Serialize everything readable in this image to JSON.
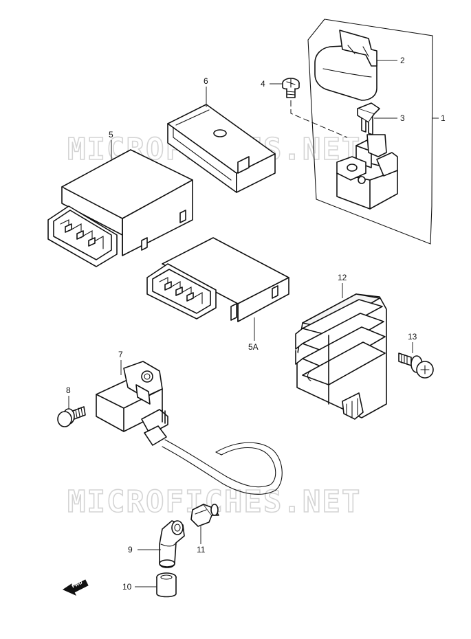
{
  "watermark": "MICROFICHES.NET",
  "fwd_label": "FWD",
  "callouts": {
    "c1": "1",
    "c2": "2",
    "c3": "3",
    "c4": "4",
    "c5": "5",
    "c5a": "5A",
    "c6": "6",
    "c7": "7",
    "c8": "8",
    "c9": "9",
    "c10": "10",
    "c11": "11",
    "c12": "12",
    "c13": "13"
  }
}
